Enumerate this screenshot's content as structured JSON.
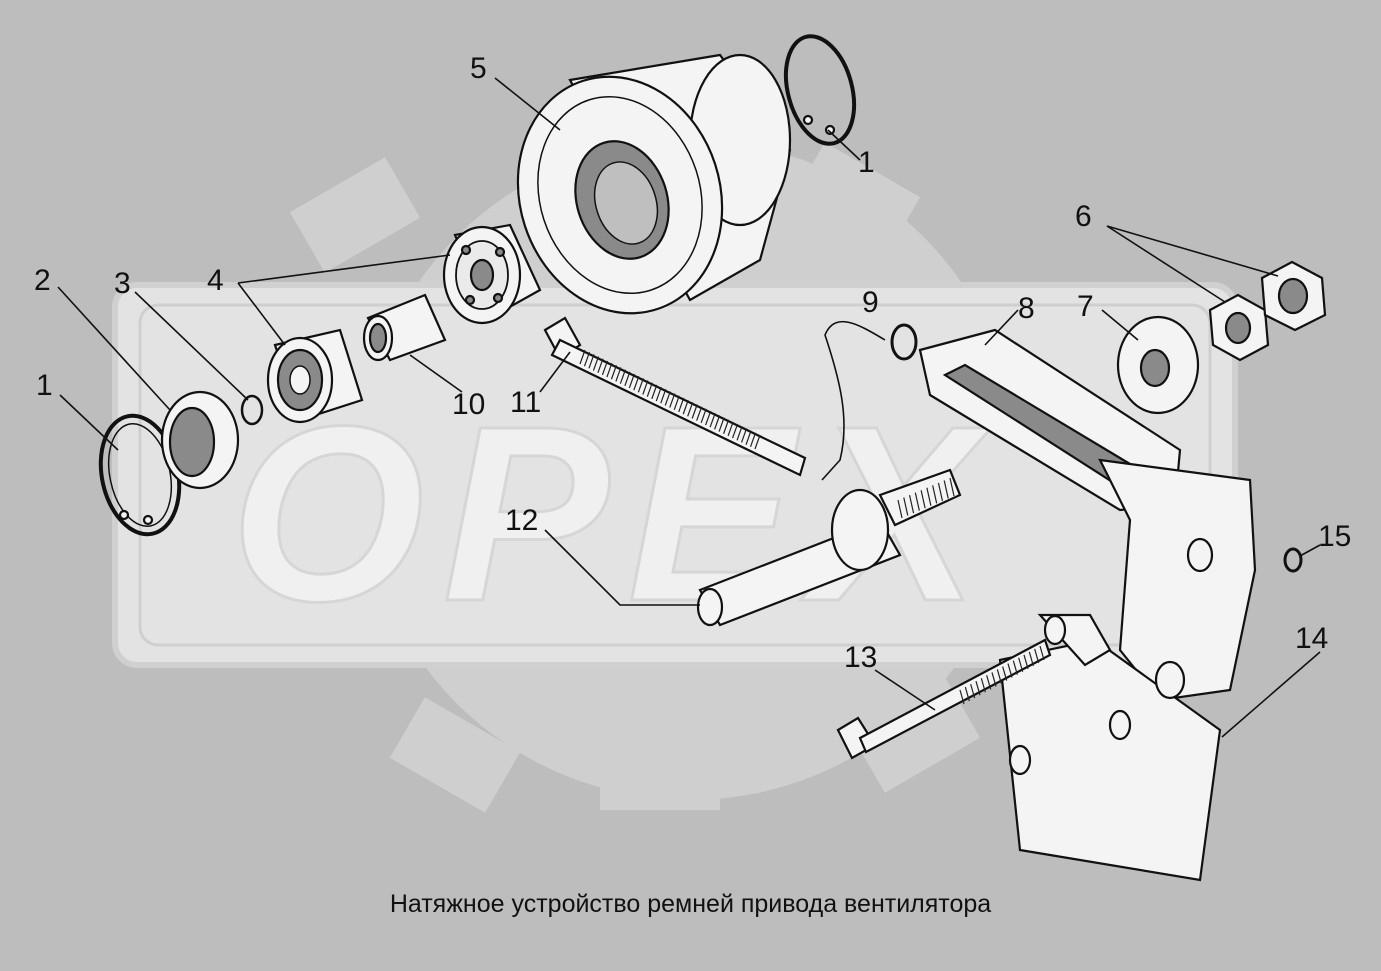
{
  "caption": "Натяжное устройство ремней привода вентилятора",
  "watermark": {
    "text": "OPEX",
    "color": "#e2e2e2"
  },
  "colors": {
    "background": "#bdbdbd",
    "line": "#111111",
    "part_fill": "#f4f4f4",
    "shade": "#8a8a8a"
  },
  "callouts": [
    {
      "id": "c1a",
      "text": "1"
    },
    {
      "id": "c1b",
      "text": "1"
    },
    {
      "id": "c2",
      "text": "2"
    },
    {
      "id": "c3",
      "text": "3"
    },
    {
      "id": "c4",
      "text": "4"
    },
    {
      "id": "c5",
      "text": "5"
    },
    {
      "id": "c6",
      "text": "6"
    },
    {
      "id": "c7",
      "text": "7"
    },
    {
      "id": "c8",
      "text": "8"
    },
    {
      "id": "c9",
      "text": "9"
    },
    {
      "id": "c10",
      "text": "10"
    },
    {
      "id": "c11",
      "text": "11"
    },
    {
      "id": "c12",
      "text": "12"
    },
    {
      "id": "c13",
      "text": "13"
    },
    {
      "id": "c14",
      "text": "14"
    },
    {
      "id": "c15",
      "text": "15"
    }
  ]
}
